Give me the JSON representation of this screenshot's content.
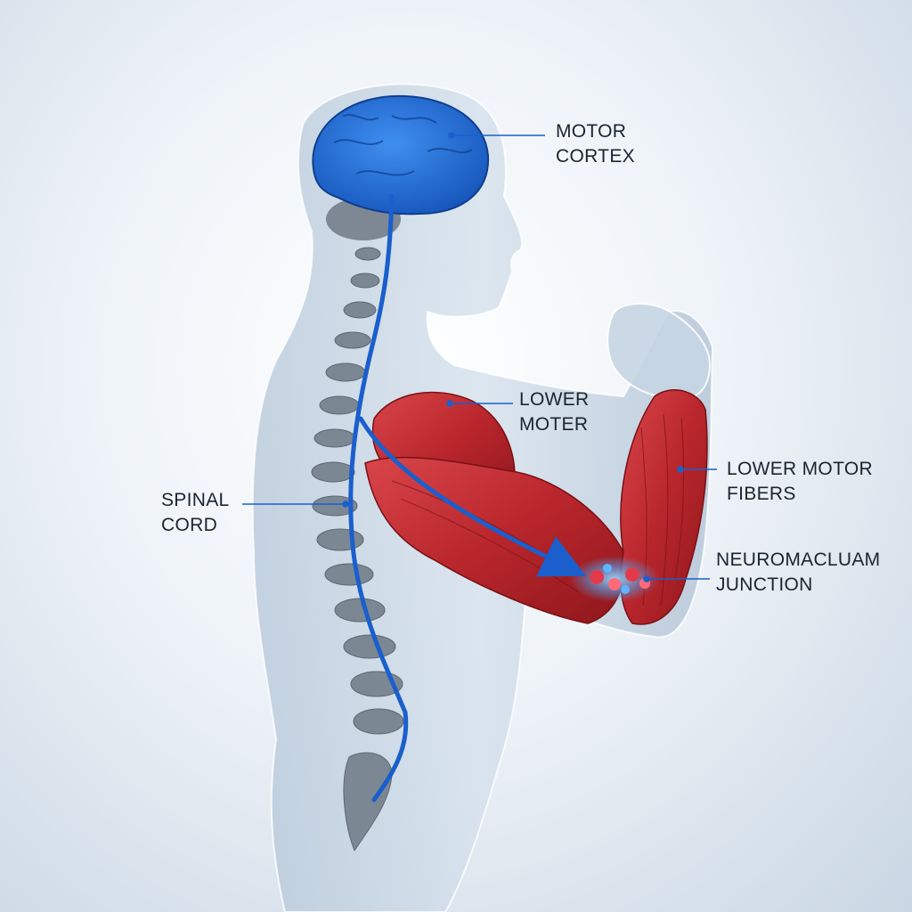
{
  "labels": {
    "motor_cortex": {
      "line1": "MOTOR",
      "line2": "CORTEX"
    },
    "lower_moter": {
      "line1": "LOWER",
      "line2": "MOTER"
    },
    "lower_motor_fibers": {
      "line1": "LOWER MOTOR",
      "line2": "FIBERS"
    },
    "spinal_cord": {
      "line1": "SPINAL",
      "line2": "CORD"
    },
    "neuromuscular_junction": {
      "line1": "NEUROMACLUAM",
      "line2": "JUNCTION"
    }
  },
  "colors": {
    "brain": "#1f6fd6",
    "nerve_pathway": "#1a5fcc",
    "muscle": "#b8262c",
    "spine": "#7c8794",
    "body_silhouette": "#c3d3e3",
    "leader_line": "#1a5fcc"
  }
}
